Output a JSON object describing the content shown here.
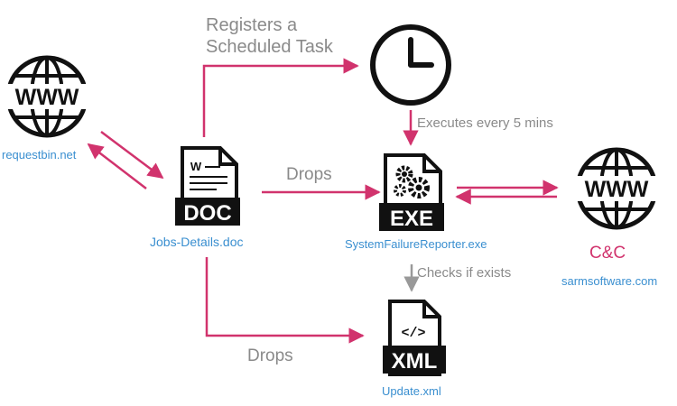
{
  "labels": {
    "requestbin": "requestbin.net",
    "doc_file": "Jobs-Details.doc",
    "exe_file": "SystemFailureReporter.exe",
    "xml_file": "Update.xml",
    "c2_server": "sarmsoftware.com",
    "c2": "C&C"
  },
  "edges": {
    "registers_task": "Registers a Scheduled Task",
    "executes": "Executes every 5 mins",
    "checks_exists": "Checks if exists",
    "drops_exe": "Drops",
    "drops_xml": "Drops"
  },
  "icons": {
    "www": "WWW",
    "doc_badge": "DOC",
    "doc_letter": "W",
    "exe_badge": "EXE",
    "xml_badge": "XML",
    "xml_tag": "</>"
  },
  "colors": {
    "arrow_pink": "#d1336d",
    "arrow_gray": "#999999",
    "label_blue": "#3a8fd0",
    "icon_black": "#111111"
  }
}
